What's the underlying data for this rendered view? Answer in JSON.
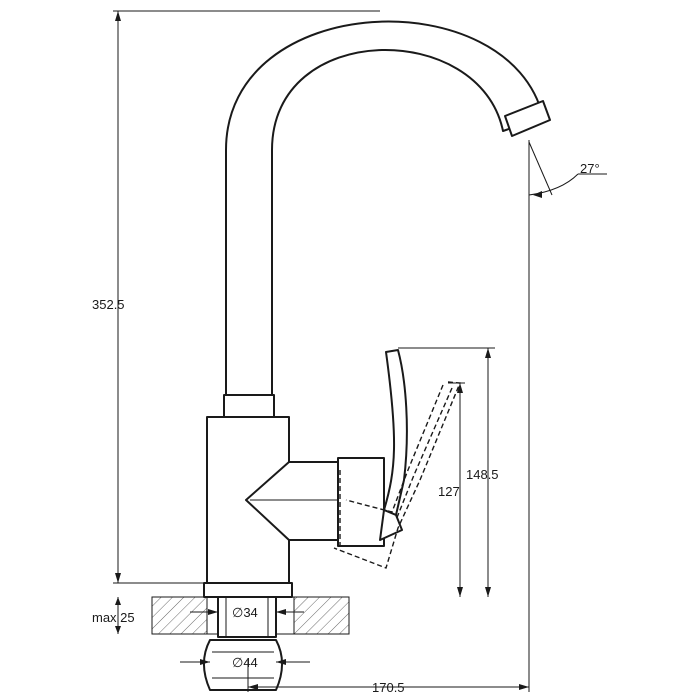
{
  "dimensions": {
    "total_height": "352.5",
    "spout_angle": "27°",
    "lever_height": "148.5",
    "body_height": "127",
    "counter_max": "max 25",
    "hole_diameter": "∅34",
    "nut_diameter": "∅44",
    "reach": "170.5"
  }
}
